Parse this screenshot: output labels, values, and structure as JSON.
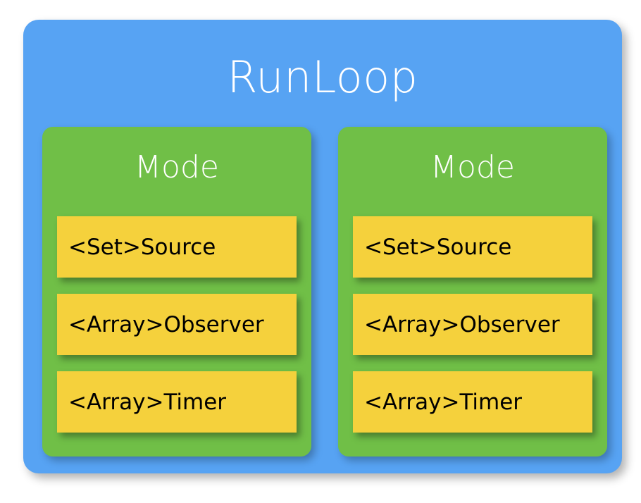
{
  "diagram": {
    "title": "RunLoop",
    "colors": {
      "panel_blue": "#57a3f3",
      "mode_green": "#70bf47",
      "entry_yellow": "#f5d13c",
      "title_text": "#ffffff",
      "entry_text": "#000000",
      "background": "#ffffff"
    },
    "modes": [
      {
        "title": "Mode",
        "entries": [
          {
            "label": "<Set>Source"
          },
          {
            "label": "<Array>Observer"
          },
          {
            "label": "<Array>Timer"
          }
        ]
      },
      {
        "title": "Mode",
        "entries": [
          {
            "label": "<Set>Source"
          },
          {
            "label": "<Array>Observer"
          },
          {
            "label": "<Array>Timer"
          }
        ]
      }
    ]
  }
}
